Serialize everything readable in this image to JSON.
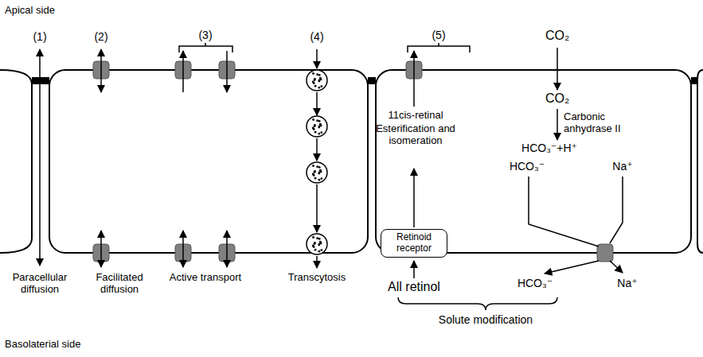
{
  "diagram": {
    "nodes": [
      {
        "text": [
          "Retinoid receptor"
        ]
      }
    ],
    "labels": [
      "Apical side",
      "(1)",
      "(2)",
      "(3)",
      "(4)",
      "(5)",
      "CO₂",
      "11cis-retinal",
      "Esterification and isomeration",
      "CO₂",
      "Carbonic anhydrase II",
      "HCO₃⁻+H⁺",
      "HCO₃⁻",
      "Na⁺",
      "All retinol",
      "HCO₃⁻",
      "Na⁺",
      "Solute modification",
      "Paracellular diffusion",
      "Facilitated diffusion",
      "Active transport",
      "Transcytosis",
      "Basolaterial side"
    ]
  }
}
